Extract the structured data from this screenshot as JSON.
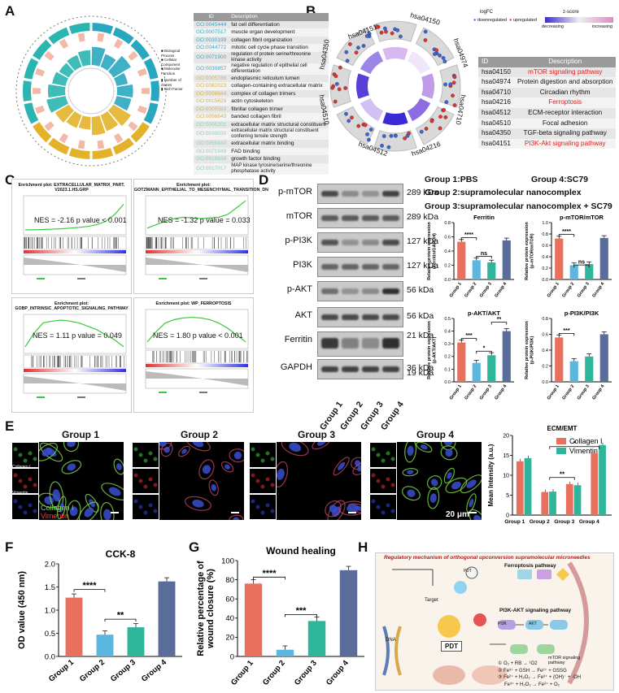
{
  "panels": {
    "A": "A",
    "B": "B",
    "C": "C",
    "D": "D",
    "E": "E",
    "F": "F",
    "G": "G",
    "H": "H"
  },
  "go_table": {
    "header": [
      "ID",
      "Description"
    ],
    "rows": [
      [
        "GO:0045444",
        "fat cell differentiation"
      ],
      [
        "GO:0007517",
        "muscle organ development"
      ],
      [
        "GO:0030199",
        "collagen fibril organization"
      ],
      [
        "GO:0044772",
        "mitotic cell cycle phase transition"
      ],
      [
        "GO:0071900",
        "regulation of protein serine/threonine kinase activity"
      ],
      [
        "GO:0030857",
        "negative regulation of epithelial cell differentiation"
      ],
      [
        "GO:0005788",
        "endoplasmic reticulum lumen"
      ],
      [
        "GO:0062023",
        "collagen-containing extracellular matrix"
      ],
      [
        "GO:0098644",
        "complex of collagen trimers"
      ],
      [
        "GO:0015629",
        "actin cytoskeleton"
      ],
      [
        "GO:0005583",
        "fibrillar collagen trimer"
      ],
      [
        "GO:0098643",
        "banded collagen fibril"
      ],
      [
        "GO:0005201",
        "extracellular matrix structural constituent"
      ],
      [
        "GO:0030020",
        "extracellular matrix structural constituent conferring tensile strength"
      ],
      [
        "GO:0050840",
        "extracellular matrix binding"
      ],
      [
        "GO:0071949",
        "FAD binding"
      ],
      [
        "GO:0019838",
        "growth factor binding"
      ],
      [
        "GO:0017017",
        "MAP kinase tyrosine/serine/threonine phosphatase activity"
      ]
    ]
  },
  "kegg": {
    "legend_logfc": "logFC",
    "legend_down": "downregulated",
    "legend_up": "upregulated",
    "legend_z": "z-score",
    "legend_decreasing": "decreasing",
    "legend_increasing": "increasing",
    "ring_labels": [
      "hsa04151",
      "hsa04150",
      "hsa04974",
      "hsa04710",
      "hsa04216",
      "hsa04512",
      "hsa04510",
      "hsa04350"
    ],
    "header": [
      "ID",
      "Description"
    ],
    "rows": [
      [
        "hsa04150",
        "mTOR signaling pathway"
      ],
      [
        "hsa04974",
        "Protein digestion and absorption"
      ],
      [
        "hsa04710",
        "Circadian rhythm"
      ],
      [
        "hsa04216",
        "Ferroptosis"
      ],
      [
        "hsa04512",
        "ECM-receptor interaction"
      ],
      [
        "hsa04510",
        "Focal adhesion"
      ],
      [
        "hsa04350",
        "TGF-beta signaling pathway"
      ],
      [
        "hsa04151",
        "PI3K-Akt signaling pathway"
      ]
    ]
  },
  "gsea": [
    {
      "title": "Enrichment plot: EXTRACELLULAR_MATRIX_PART. V2023.1.HS.GRP",
      "nes": "NES = -2.16 p value < 0.001"
    },
    {
      "title": "Enrichment plot: GOTZMANN_EPITHELIAL_TO_MESENCHYMAL_TRANSITION_DN",
      "nes": "NES = -1.32 p value = 0.033"
    },
    {
      "title": "Enrichment plot: GOBP_INTRINSIC_APOPTOTIC_SIGNALING_PATHWAY",
      "nes": "NES = 1.11 p value = 0.049"
    },
    {
      "title": "Enrichment plot: WP_FERROPTOSIS",
      "nes": "NES = 1.80 p value < 0.001"
    }
  ],
  "western": {
    "bands": [
      {
        "label": "p-mTOR",
        "kda": "289 kDa"
      },
      {
        "label": "mTOR",
        "kda": "289 kDa"
      },
      {
        "label": "p-PI3K",
        "kda": "127 kDa"
      },
      {
        "label": "PI3K",
        "kda": "127 kDa"
      },
      {
        "label": "p-AKT",
        "kda": "56 kDa"
      },
      {
        "label": "AKT",
        "kda": "56 kDa"
      },
      {
        "label": "Ferritin",
        "kda": "21 kDa"
      },
      {
        "label": "GAPDH",
        "kda": "36 kDa"
      }
    ],
    "ferritin_kda2": "19 kDa",
    "lanes": [
      "Group 1",
      "Group 2",
      "Group 3",
      "Group 4"
    ],
    "group_defs": {
      "g1": "Group 1:PBS",
      "g4": "Group 4:SC79",
      "g2": "Group 2:supramolecular nanocomplex",
      "g3": "Group 3:supramolecular nanocomplex + SC79"
    }
  },
  "micro": {
    "groups": [
      "Group 1",
      "Group 2",
      "Group 3",
      "Group 4"
    ],
    "side_labels": [
      "Collagen I",
      "Vimentin"
    ],
    "overlay_collagen": "Collagen I",
    "overlay_vimentin": "Vimentin",
    "scale": "20 μm"
  },
  "colors": {
    "g1": "#e8705c",
    "g2": "#5bb6e0",
    "g3": "#2fb59a",
    "g4": "#5a6c9a",
    "collagen": "#e8705c",
    "vimentin": "#2fb59a"
  },
  "chart_data": [
    {
      "type": "bar",
      "title": "Ferritin",
      "ylabel": "Relative protein expression (Ferritin/GAPDH)",
      "categories": [
        "Group 1",
        "Group 2",
        "Group 3",
        "Group 4"
      ],
      "values": [
        0.53,
        0.27,
        0.24,
        0.55
      ],
      "ylim": [
        0,
        0.8
      ],
      "yticks": [
        "0.0",
        "0.2",
        "0.4",
        "0.6",
        "0.8"
      ],
      "sig": [
        "****",
        "ns"
      ]
    },
    {
      "type": "bar",
      "title": "p-mTOR/mTOR",
      "ylabel": "Relative protein expression (p-mTOR/mTOR)",
      "categories": [
        "Group 1",
        "Group 2",
        "Group 3",
        "Group 4"
      ],
      "values": [
        0.72,
        0.25,
        0.27,
        0.73
      ],
      "ylim": [
        0,
        1.0
      ],
      "yticks": [
        "0.0",
        "0.2",
        "0.4",
        "0.6",
        "0.8",
        "1.0"
      ],
      "sig": [
        "****",
        "ns"
      ]
    },
    {
      "type": "bar",
      "title": "p-AKT/AKT",
      "ylabel": "Relative protein expression (p-AKT/AKT)",
      "categories": [
        "Group 1",
        "Group 2",
        "Group 3",
        "Group 4"
      ],
      "values": [
        0.31,
        0.15,
        0.21,
        0.4
      ],
      "ylim": [
        0,
        0.5
      ],
      "yticks": [
        "0.0",
        "0.1",
        "0.2",
        "0.3",
        "0.4",
        "0.5"
      ],
      "sig": [
        "***",
        "*",
        "**"
      ]
    },
    {
      "type": "bar",
      "title": "p-PI3K/PI3K",
      "ylabel": "Relative protein expression (p-PI3K/PI3K)",
      "categories": [
        "Group 1",
        "Group 2",
        "Group 3",
        "Group 4"
      ],
      "values": [
        0.56,
        0.26,
        0.32,
        0.6
      ],
      "ylim": [
        0,
        0.8
      ],
      "yticks": [
        "0.0",
        "0.2",
        "0.4",
        "0.6",
        "0.8"
      ],
      "sig": [
        "***"
      ]
    },
    {
      "type": "bar",
      "title": "ECM/EMT",
      "ylabel": "Mean Intensity (a.u.)",
      "categories": [
        "Group 1",
        "Group 2",
        "Group 3",
        "Group 4"
      ],
      "series": [
        {
          "name": "Collagen I",
          "values": [
            13.5,
            5.8,
            7.8,
            15.5
          ]
        },
        {
          "name": "Vimentin",
          "values": [
            14.3,
            5.9,
            7.5,
            17.6
          ]
        }
      ],
      "ylim": [
        0,
        20
      ],
      "yticks": [
        "0",
        "5",
        "10",
        "15",
        "20"
      ],
      "sig": [
        "**",
        "*"
      ]
    },
    {
      "type": "bar",
      "title": "CCK-8",
      "ylabel": "OD value (450 nm)",
      "categories": [
        "Group 1",
        "Group 2",
        "Group 3",
        "Group 4"
      ],
      "values": [
        1.27,
        0.47,
        0.63,
        1.62
      ],
      "ylim": [
        0,
        2.0
      ],
      "yticks": [
        "0.0",
        "0.5",
        "1.0",
        "1.5",
        "2.0"
      ],
      "sig": [
        "****",
        "**"
      ]
    },
    {
      "type": "bar",
      "title": "Wound healing",
      "ylabel": "Relative percentage of wound closure (%)",
      "categories": [
        "Group 1",
        "Group 2",
        "Group 3",
        "Group 4"
      ],
      "values": [
        76,
        7,
        37,
        90
      ],
      "ylim": [
        0,
        100
      ],
      "yticks": [
        "0",
        "20",
        "40",
        "60",
        "80",
        "100"
      ],
      "sig": [
        "****",
        "***"
      ]
    }
  ],
  "diagram": {
    "title": "Regulatory mechanism of orthogonal upconversion supramolecular microneedles",
    "ferroptosis": "Ferroptosis pathway",
    "target": "Target",
    "pi3k_pathway": "PI3K-AKT signaling pathway",
    "pdt_top": "PDT",
    "pdt": "PDT",
    "mtor": "mTOR signaling pathway",
    "dna": "DNA",
    "akt": "AKT",
    "pi3k": "PI3K",
    "eq1": "① O₂ + RB → ¹O2",
    "eq2": "② Fe³⁺ + GSH → Fe²⁺ + GSSG",
    "eq3": "③ Fe²⁺ + H₂O₂ → Fe³⁺ + (OH)⁻ + ·OH",
    "eq4": "Fe³⁺ + H₂O₂ → Fe²⁺ + O₂"
  }
}
